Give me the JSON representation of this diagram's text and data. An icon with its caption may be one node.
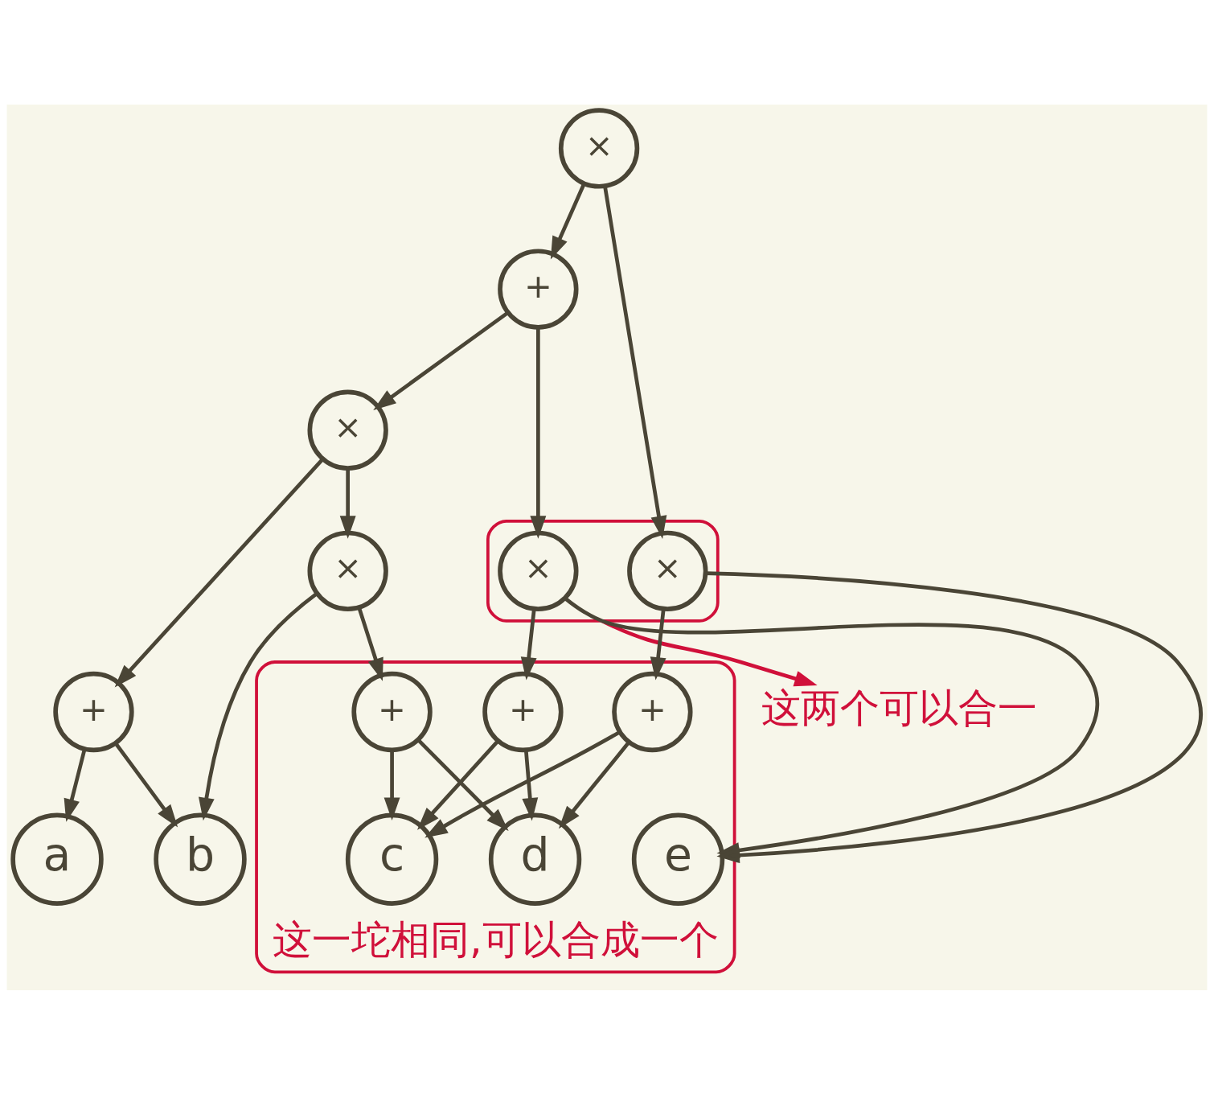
{
  "diagram": {
    "nodes": [
      {
        "text": [
          "×"
        ]
      },
      {
        "text": [
          "+"
        ]
      },
      {
        "text": [
          "×"
        ]
      },
      {
        "text": [
          "这两个可以合一"
        ]
      },
      {
        "text": [],
        "shape": "ellipse"
      },
      {
        "text": [
          "×"
        ]
      },
      {
        "text": [
          "×"
        ],
        "in": 4
      },
      {
        "text": [
          "×"
        ],
        "in": 4
      },
      {
        "text": [
          "+"
        ]
      },
      {
        "text": [
          "这一坨相同,可以合成一个"
        ]
      },
      {
        "text": [
          "+"
        ],
        "in": 9
      },
      {
        "text": [
          "+"
        ],
        "in": 9
      },
      {
        "text": [
          "+"
        ],
        "in": 9
      },
      {
        "text": [
          "a"
        ]
      },
      {
        "text": [
          "b"
        ]
      },
      {
        "text": [
          "c"
        ],
        "in": 9
      },
      {
        "text": [
          "d"
        ],
        "in": 9
      },
      {
        "text": [
          "e"
        ],
        "in": 9
      }
    ],
    "edges": [
      {
        "from": 0,
        "to": 1,
        "arrow": "to"
      },
      {
        "from": 0,
        "to": 7,
        "arrow": "to"
      },
      {
        "from": 1,
        "to": 2,
        "arrow": "to"
      },
      {
        "from": 1,
        "to": 6,
        "arrow": "to"
      },
      {
        "from": 2,
        "to": 8,
        "arrow": "to"
      },
      {
        "from": 2,
        "to": 5,
        "arrow": "to"
      },
      {
        "from": 4,
        "to": 3,
        "arrow": "to",
        "color": "#d0103a"
      },
      {
        "from": 5,
        "to": 14,
        "arrow": "to"
      },
      {
        "from": 5,
        "to": 10,
        "arrow": "to"
      },
      {
        "from": 6,
        "to": 11,
        "arrow": "to"
      },
      {
        "from": 6,
        "to": 17,
        "arrow": "to"
      },
      {
        "from": 7,
        "to": 12,
        "arrow": "to"
      },
      {
        "from": 7,
        "to": 17,
        "arrow": "to"
      },
      {
        "from": 8,
        "to": 13,
        "arrow": "to"
      },
      {
        "from": 8,
        "to": 14,
        "arrow": "to"
      },
      {
        "from": 10,
        "to": 15,
        "arrow": "to"
      },
      {
        "from": 10,
        "to": 16,
        "arrow": "to"
      },
      {
        "from": 11,
        "to": 15,
        "arrow": "to"
      },
      {
        "from": 11,
        "to": 16,
        "arrow": "to"
      },
      {
        "from": 12,
        "to": 15,
        "arrow": "to"
      },
      {
        "from": 12,
        "to": 16,
        "arrow": "to"
      }
    ]
  }
}
